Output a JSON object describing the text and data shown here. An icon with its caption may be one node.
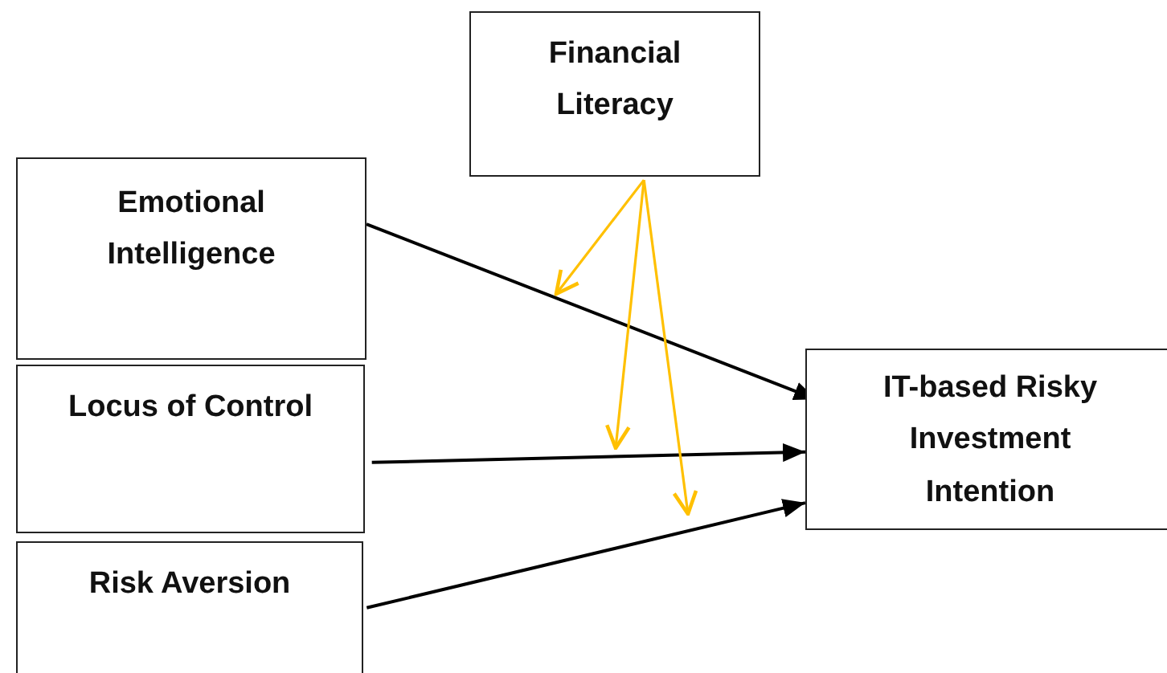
{
  "diagram": {
    "nodes": [
      {
        "text": [
          "Financial Literacy"
        ]
      },
      {
        "text": [
          "Emotional Intelligence"
        ]
      },
      {
        "text": [
          "Locus of Control"
        ]
      },
      {
        "text": [
          "Risk Aversion"
        ]
      },
      {
        "text": [
          "IT-based Risky Investment Intention"
        ]
      }
    ],
    "edges": [
      {
        "from": 1,
        "to": 4,
        "arrow": "to"
      },
      {
        "from": 2,
        "to": 4,
        "arrow": "to"
      },
      {
        "from": 3,
        "to": 4,
        "arrow": "to"
      },
      {
        "from": 0,
        "to": null,
        "arrow": "to",
        "color": "#ffc000"
      },
      {
        "from": 0,
        "to": null,
        "arrow": "to",
        "color": "#ffc000"
      },
      {
        "from": 0,
        "to": null,
        "arrow": "to",
        "color": "#ffc000"
      }
    ]
  }
}
